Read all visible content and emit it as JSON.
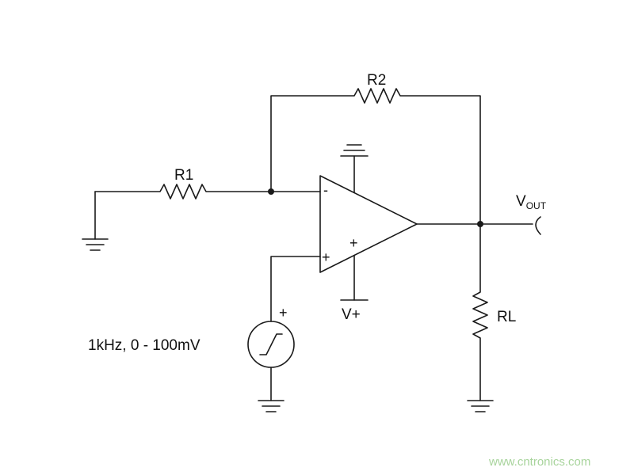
{
  "labels": {
    "r1": "R1",
    "r2": "R2",
    "rl": "RL",
    "vout_main": "V",
    "vout_sub": "OUT",
    "vplus": "V+",
    "source": "1kHz, 0 - 100mV",
    "inverting_sign": "-",
    "noninverting_sign": "+",
    "supply_sign": "+",
    "source_sign": "+"
  },
  "watermark": "www.cntronics.com",
  "colors": {
    "line": "#1a1a1a",
    "text": "#111111",
    "watermark": "#a8d49c"
  }
}
